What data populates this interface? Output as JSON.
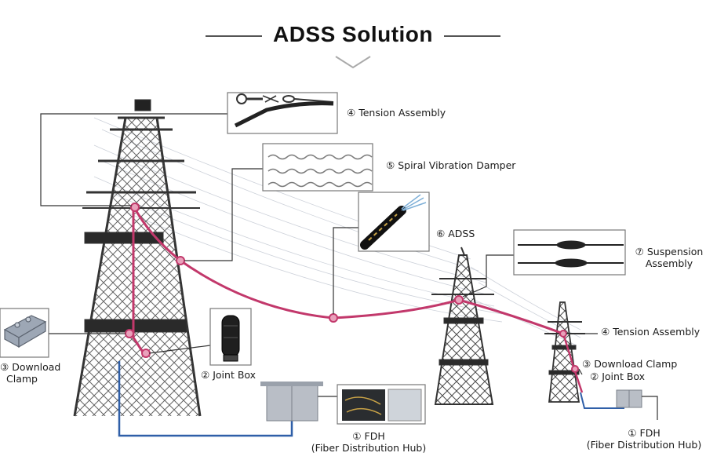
{
  "title": "ADSS Solution",
  "labels": {
    "tension_assembly_1": {
      "num": "④",
      "text": "Tension Assembly"
    },
    "spiral_damper": {
      "num": "⑤",
      "text": "Spiral Vibration Damper"
    },
    "adss": {
      "num": "⑥",
      "text": "ADSS"
    },
    "suspension": {
      "num": "⑦",
      "line1": "Suspension",
      "line2": "Assembly"
    },
    "tension_assembly_2": {
      "num": "④",
      "text": "Tension Assembly"
    },
    "download_clamp_left": {
      "num": "③",
      "line1": "Download",
      "line2": "Clamp"
    },
    "joint_box_left": {
      "num": "②",
      "text": "Joint Box"
    },
    "fdh_left": {
      "num": "①",
      "line1": "FDH",
      "line2": "(Fiber Distribution Hub)"
    },
    "download_clamp_right": {
      "num": "③",
      "text": "Download Clamp"
    },
    "joint_box_right": {
      "num": "②",
      "text": "Joint Box"
    },
    "fdh_right": {
      "num": "①",
      "line1": "FDH",
      "line2": "(Fiber Distribution Hub)"
    }
  },
  "colors": {
    "cable": "#c2386b",
    "underground": "#2f5fa8",
    "tower": "#3a3a3a",
    "callout_line": "#333333"
  }
}
